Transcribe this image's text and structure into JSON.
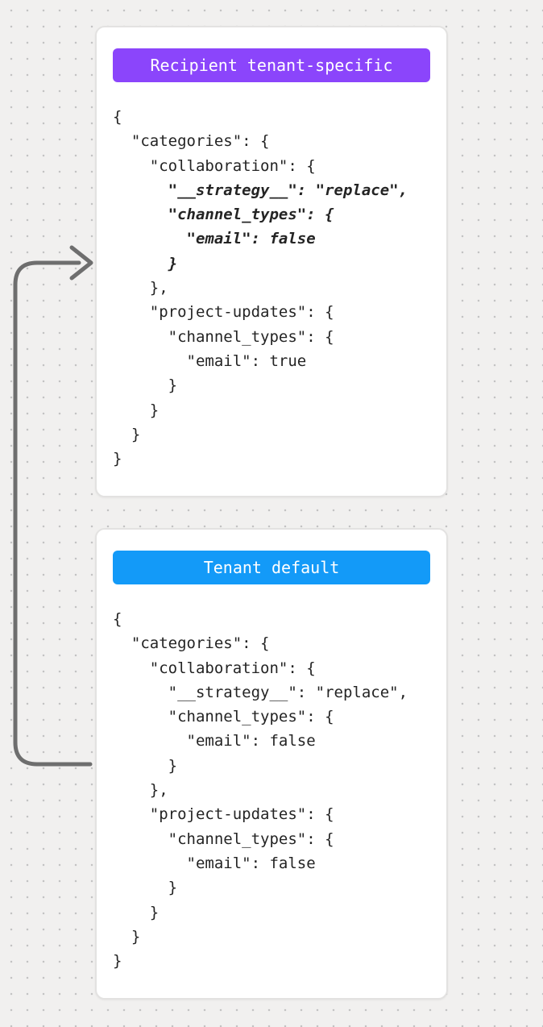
{
  "page": {
    "background_color": "#f1f0ef",
    "dot_color": "#c3c3c3"
  },
  "arrow": {
    "color": "#6e6e6e",
    "description": "arrow-from-tenant-default-to-recipient-tenant-specific"
  },
  "cards": [
    {
      "title": "Recipient tenant-specific",
      "badge_color": "#8b45fb",
      "code_lines": [
        {
          "text": "{",
          "em": false
        },
        {
          "text": "  \"categories\": {",
          "em": false
        },
        {
          "text": "    \"collaboration\": {",
          "em": false
        },
        {
          "text": "      \"__strategy__\": \"replace\",",
          "em": true
        },
        {
          "text": "      \"channel_types\": {",
          "em": true
        },
        {
          "text": "        \"email\": false",
          "em": true
        },
        {
          "text": "      }",
          "em": true
        },
        {
          "text": "    },",
          "em": false
        },
        {
          "text": "    \"project-updates\": {",
          "em": false
        },
        {
          "text": "      \"channel_types\": {",
          "em": false
        },
        {
          "text": "        \"email\": true",
          "em": false
        },
        {
          "text": "      }",
          "em": false
        },
        {
          "text": "    }",
          "em": false
        },
        {
          "text": "  }",
          "em": false
        },
        {
          "text": "}",
          "em": false
        }
      ]
    },
    {
      "title": "Tenant default",
      "badge_color": "#139af8",
      "code_lines": [
        {
          "text": "{",
          "em": false
        },
        {
          "text": "  \"categories\": {",
          "em": false
        },
        {
          "text": "    \"collaboration\": {",
          "em": false
        },
        {
          "text": "      \"__strategy__\": \"replace\",",
          "em": false
        },
        {
          "text": "      \"channel_types\": {",
          "em": false
        },
        {
          "text": "        \"email\": false",
          "em": false
        },
        {
          "text": "      }",
          "em": false
        },
        {
          "text": "    },",
          "em": false
        },
        {
          "text": "    \"project-updates\": {",
          "em": false
        },
        {
          "text": "      \"channel_types\": {",
          "em": false
        },
        {
          "text": "        \"email\": false",
          "em": false
        },
        {
          "text": "      }",
          "em": false
        },
        {
          "text": "    }",
          "em": false
        },
        {
          "text": "  }",
          "em": false
        },
        {
          "text": "}",
          "em": false
        }
      ]
    }
  ]
}
